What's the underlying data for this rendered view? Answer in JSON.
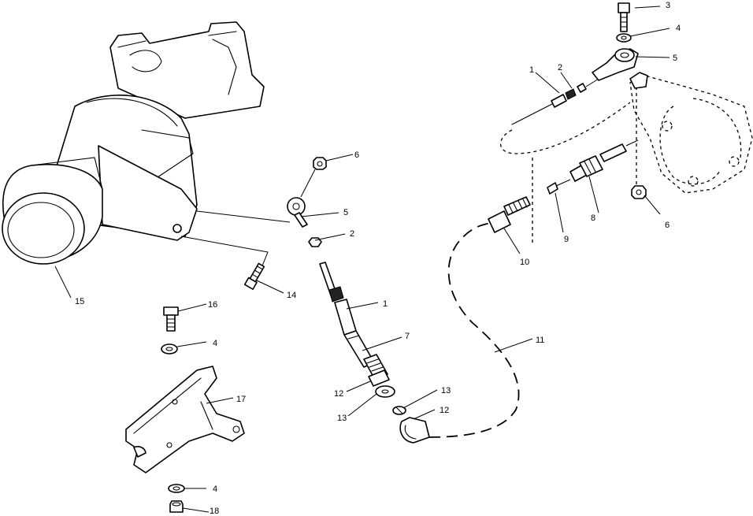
{
  "callouts": {
    "c1_top": "1",
    "c2_top": "2",
    "c3_top": "3",
    "c4_top": "4",
    "c5_top": "5",
    "c6_right": "6",
    "c8": "8",
    "c9": "9",
    "c10": "10",
    "c11": "11",
    "c6_left": "6",
    "c5_left": "5",
    "c2_left": "2",
    "c14": "14",
    "c1_mid": "1",
    "c7": "7",
    "c12_left": "12",
    "c13_left": "13",
    "c13_right": "13",
    "c12_right": "12",
    "c15": "15",
    "c16": "16",
    "c4_mid": "4",
    "c17": "17",
    "c4_bottom": "4",
    "c18": "18"
  }
}
